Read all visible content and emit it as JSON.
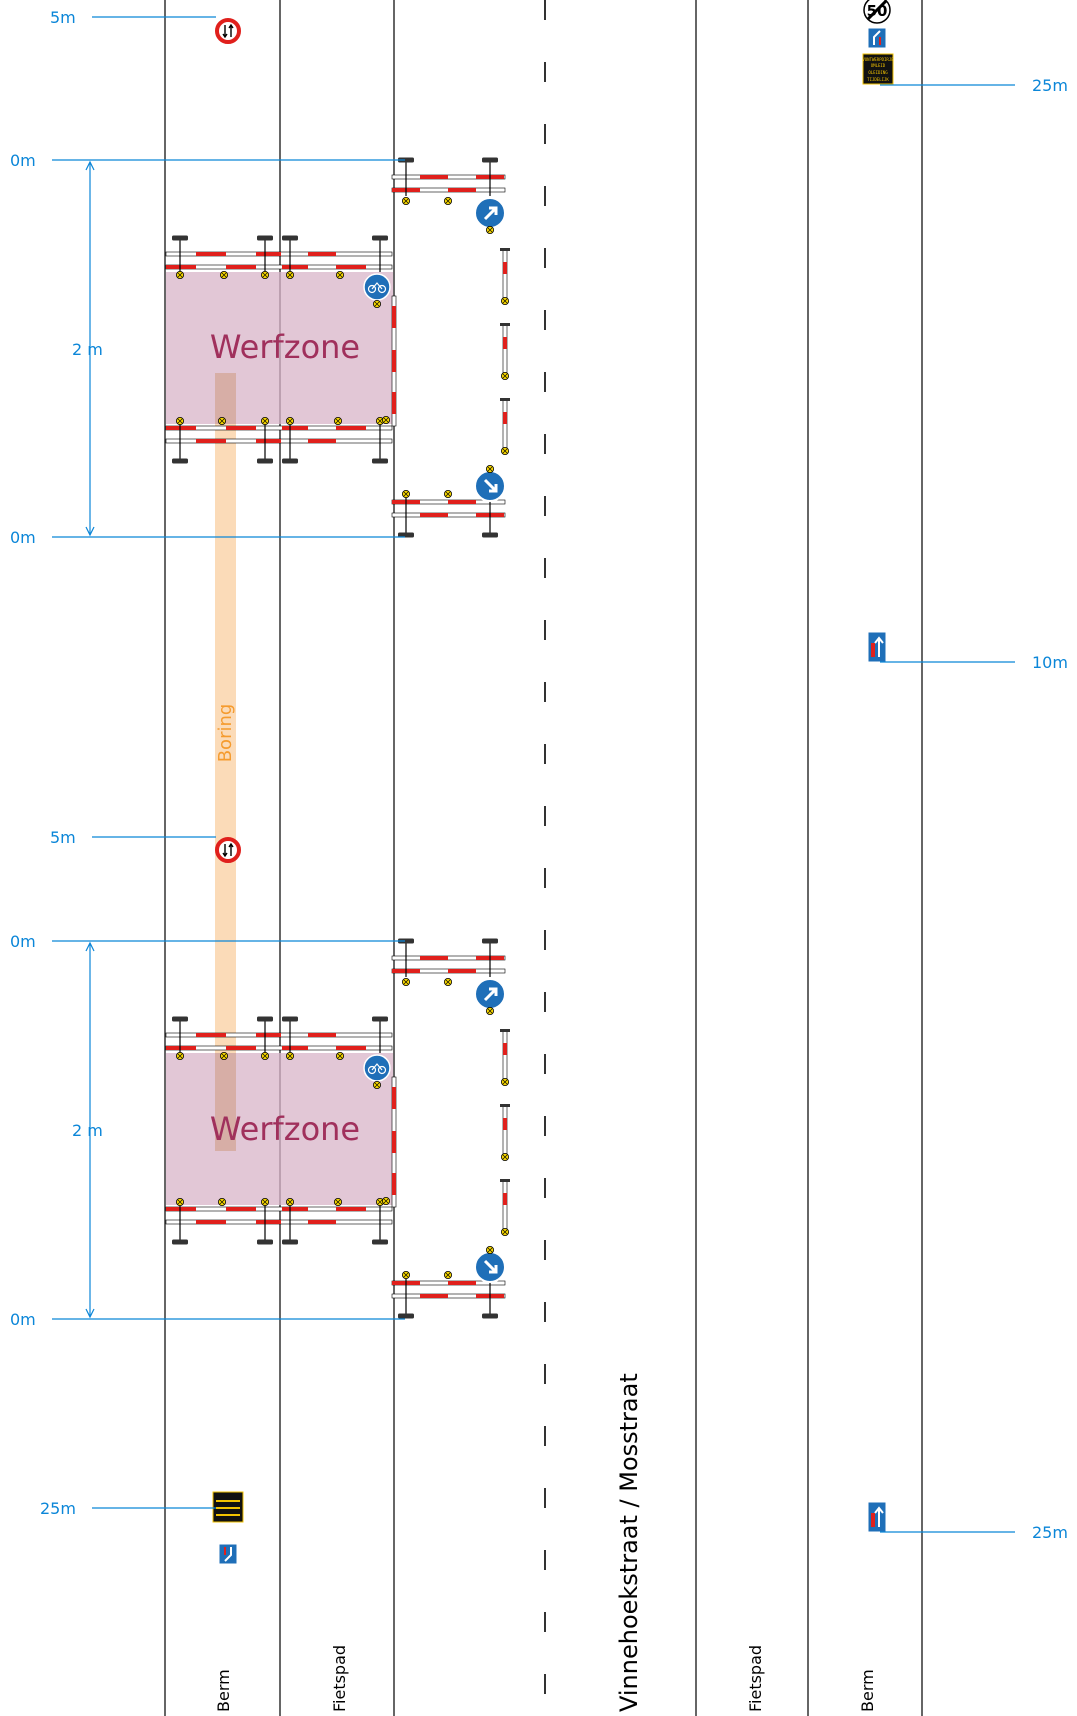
{
  "lanes": {
    "berm_left": "Berm",
    "fietspad_left": "Fietspad",
    "street": "Vinnehoekstraat / Mosstraat",
    "fietspad_right": "Fietspad",
    "berm_right": "Berm"
  },
  "zones": [
    {
      "label": "Werfzone",
      "dimension": "2 m",
      "start": "0m",
      "end": "0m"
    },
    {
      "label": "Werfzone",
      "dimension": "2 m",
      "start": "0m",
      "end": "0m"
    }
  ],
  "boring": {
    "label": "Boring"
  },
  "distances": {
    "left_top": "5m",
    "left_middle": "5m",
    "left_bottom": "25m",
    "right_top": "25m",
    "right_middle": "10m",
    "right_bottom": "25m"
  },
  "signs": {
    "speed_limit_end_value": "50",
    "panel_lines": [
      "VONTWERPDIRJE",
      "OMLEID",
      "OLEIDING",
      "TIJDELIJK"
    ]
  },
  "colors": {
    "zone_fill": "#d8b4c8",
    "zone_text": "#a0305c",
    "boring_fill": "#fbd7b0",
    "dimension_blue": "#0b86d8",
    "sign_blue": "#1f6fb8",
    "barrier_red": "#e0201c",
    "lamp_yellow": "#f4d400"
  }
}
